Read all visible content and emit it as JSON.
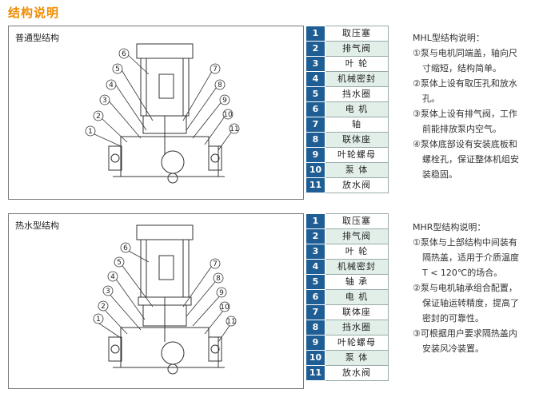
{
  "page_title": "结构说明",
  "sections": [
    {
      "label": "普通型结构",
      "parts": [
        "取压塞",
        "排气阀",
        "叶 轮",
        "机械密封",
        "挡水圈",
        "电 机",
        "轴",
        "联体座",
        "叶轮螺母",
        "泵 体",
        "放水阀"
      ],
      "numbers": [
        "1",
        "2",
        "3",
        "4",
        "5",
        "6",
        "7",
        "8",
        "9",
        "10",
        "11"
      ],
      "notes_title": "MHL型结构说明：",
      "notes": [
        [
          "①泵与电机同端盖，轴向尺",
          "寸缩短，结构简单。"
        ],
        [
          "②泵体上设有取压孔和放水",
          "孔。"
        ],
        [
          "③泵体上设有排气阀，工作",
          "前能排放泵内空气。"
        ],
        [
          "④泵体底部设有安装底板和",
          "螺栓孔，保证整体机组安",
          "装稳固。"
        ]
      ]
    },
    {
      "label": "热水型结构",
      "parts": [
        "取压塞",
        "排气阀",
        "叶 轮",
        "机械密封",
        "轴 承",
        "电 机",
        "联体座",
        "挡水圈",
        "叶轮螺母",
        "泵 体",
        "放水阀"
      ],
      "numbers": [
        "1",
        "2",
        "3",
        "4",
        "5",
        "6",
        "7",
        "8",
        "9",
        "10",
        "11"
      ],
      "notes_title": "MHR型结构说明：",
      "notes": [
        [
          "①泵体与上部结构中间装有",
          "隔热盖，适用于介质温度",
          "T < 120℃的场合。"
        ],
        [
          "②泵与电机轴承组合配置，",
          "保证轴运转精度，提高了",
          "密封的可靠性。"
        ],
        [
          "③可根据用户要求隔热盖内",
          "安装风冷装置。"
        ]
      ]
    }
  ]
}
